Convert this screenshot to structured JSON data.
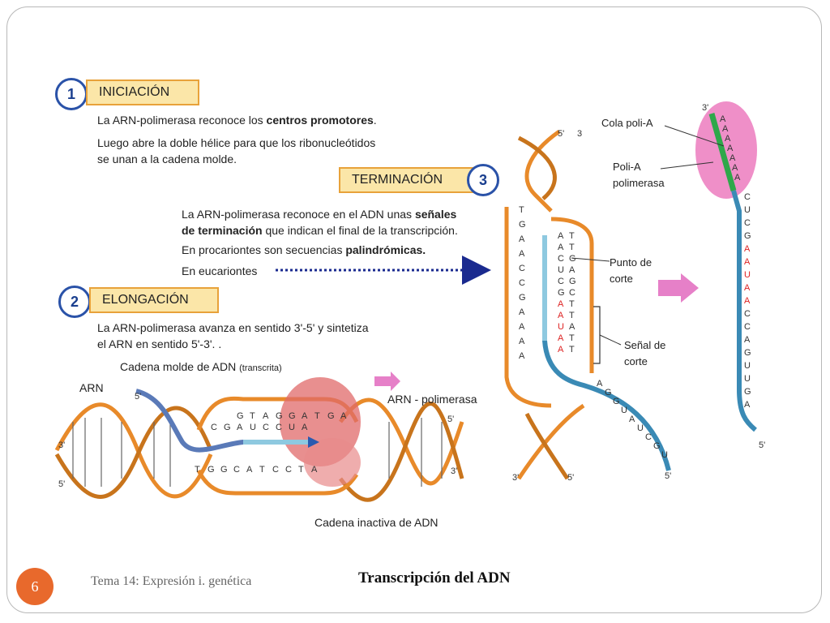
{
  "slide": {
    "title": "Transcripción del ADN",
    "footer_text": "Tema 14: Expresión i. genética",
    "slide_number": "6"
  },
  "iniciacion": {
    "number": "1",
    "label": "INICIACIÓN",
    "line1_pre": "La ARN-polimerasa reconoce los ",
    "line1_bold": "centros promotores",
    "line1_post": ".",
    "line2": "Luego abre la doble hélice para que los ribonucleótidos",
    "line3": "se unan a la cadena molde."
  },
  "terminacion": {
    "number": "3",
    "label": "TERMINACIÓN",
    "line1_pre": "La ARN-polimerasa reconoce en el ADN unas ",
    "line1_bold": "señales",
    "line2_bold": "de terminación",
    "line2_post": " que indican el final de la transcripción.",
    "line3_pre": "En procariontes son secuencias ",
    "line3_bold": "palindrómicas.",
    "line4": "En eucariontes"
  },
  "elongacion": {
    "number": "2",
    "label": "ELONGACIÓN",
    "line1": "La ARN-polimerasa avanza en sentido 3'-5' y sintetiza",
    "line2": "el ARN en sentido 5'-3'. ."
  },
  "diagram_labels": {
    "cadena_molde": "Cadena molde de ADN",
    "transcrita": "(transcrita)",
    "arn": "ARN",
    "arn_polimerasa": "ARN - polimerasa",
    "cadena_inactiva": "Cadena inactiva de ADN",
    "punto_de_corte_1": "Punto de",
    "punto_de_corte_2": "corte",
    "senal_de_corte_1": "Señal de",
    "senal_de_corte_2": "corte",
    "cola_poli_a": "Cola poli-A",
    "poli_a_polimerasa_1": "Poli-A",
    "poli_a_polimerasa_2": "polimerasa"
  },
  "sequences": {
    "bubble_top": [
      "G",
      "T",
      "A",
      "G",
      "G",
      "A",
      "T",
      "G",
      "A"
    ],
    "bubble_mid": [
      "C",
      "G",
      "A",
      "U",
      "C",
      "C",
      "U",
      "A"
    ],
    "bubble_bottom": [
      "T",
      "G",
      "G",
      "C",
      "A",
      "T",
      "C",
      "C",
      "T",
      "A"
    ],
    "term_left": [
      "T",
      "G",
      "A",
      "A",
      "C",
      "C",
      "G",
      "A",
      "A",
      "A",
      "A"
    ],
    "term_pairs": [
      {
        "a": "A",
        "b": "T"
      },
      {
        "a": "A",
        "b": "T"
      },
      {
        "a": "C",
        "b": "G"
      },
      {
        "a": "U",
        "b": "A"
      },
      {
        "a": "C",
        "b": "G"
      },
      {
        "a": "G",
        "b": "C"
      },
      {
        "a": "A",
        "b": "T"
      },
      {
        "a": "A",
        "b": "T"
      },
      {
        "a": "U",
        "b": "A"
      },
      {
        "a": "A",
        "b": "T"
      },
      {
        "a": "A",
        "b": "T"
      }
    ],
    "mrna": [
      "C",
      "U",
      "C",
      "G",
      "A",
      "A",
      "U",
      "A",
      "A",
      "C",
      "C",
      "A",
      "G",
      "U",
      "U",
      "G",
      "A"
    ],
    "mrna_red": [
      false,
      false,
      false,
      false,
      true,
      true,
      true,
      true,
      true,
      false,
      false,
      false,
      false,
      false,
      false,
      false,
      false
    ],
    "polya": [
      "A",
      "A",
      "A",
      "A",
      "A",
      "A",
      "A"
    ],
    "term_tail": [
      "A",
      "G",
      "G",
      "U",
      "A",
      "U",
      "C",
      "G",
      "U"
    ]
  },
  "colors": {
    "dna_strand": "#e88a2a",
    "rna_strand": "#3a8ab5",
    "rna_light": "#8ec9e0",
    "polymerase": "#e06a6a",
    "polya_polymerase": "#e860b0",
    "polya_tail": "#2ea84a",
    "arrow_pink": "#e680c8",
    "dotted_arrow": "#1a2a8f"
  }
}
